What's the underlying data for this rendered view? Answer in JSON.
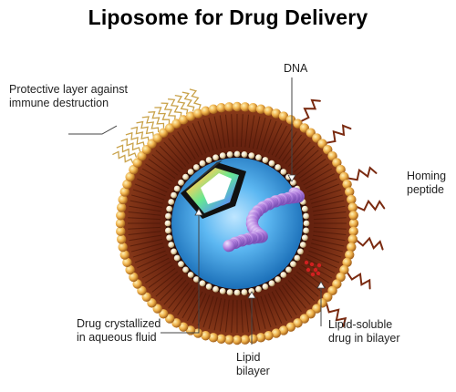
{
  "title": "Liposome for Drug Delivery",
  "labels": {
    "protective_layer": [
      "Protective layer against",
      "immune destruction"
    ],
    "dna": [
      "DNA"
    ],
    "homing_peptide": [
      "Homing",
      "peptide"
    ],
    "drug_crystallized": [
      "Drug crystallized",
      "in aqueous fluid"
    ],
    "lipid_bilayer": [
      "Lipid",
      "bilayer"
    ],
    "lipid_soluble": [
      "Lipid-soluble",
      "drug in bilayer"
    ]
  },
  "colors": {
    "bilayer_dark": "#5a1c0c",
    "bilayer_mid": "#8c3a1c",
    "head_bead": "#e9a83c",
    "inner_head_bead": "#f3e7c8",
    "aqueous_core": "#3aa6ea",
    "dna": "#b583e0",
    "peptide": "#7a2a10",
    "lipid_drug": "#d02020"
  }
}
